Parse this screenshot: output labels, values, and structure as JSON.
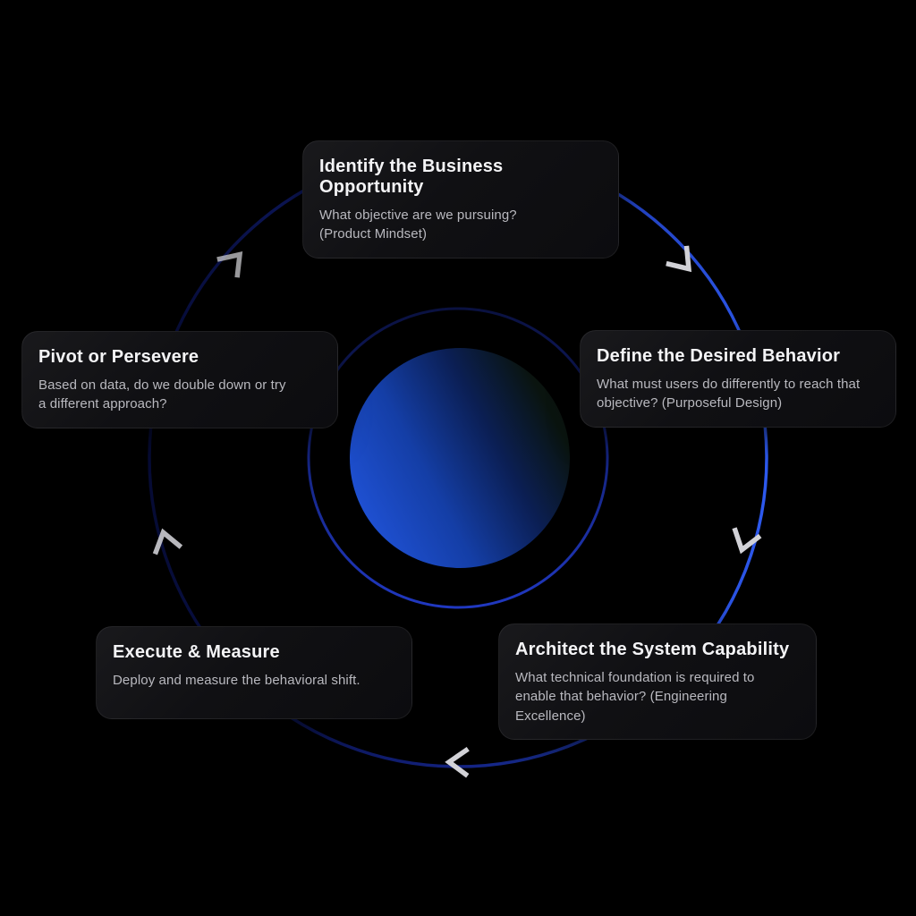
{
  "diagram": {
    "kind": "cycle-diagram",
    "direction": "clockwise",
    "arrow_count": 5
  },
  "steps": [
    {
      "key": "identify",
      "title": "Identify the Business Opportunity",
      "description": "What objective are we pursuing?\n(Product Mindset)"
    },
    {
      "key": "define",
      "title": "Define the Desired Behavior",
      "description": "What must users do differently to reach that\nobjective? (Purposeful Design)"
    },
    {
      "key": "architect",
      "title": "Architect the System Capability",
      "description": "What technical foundation is required to\nenable that behavior?  (Engineering\nExcellence)"
    },
    {
      "key": "execute",
      "title": "Execute & Measure",
      "description": "Deploy and measure the behavioral shift."
    },
    {
      "key": "pivot",
      "title": "Pivot or Persevere",
      "description": "Based on data, do we double down or try\na different approach?"
    }
  ],
  "colors": {
    "background": "#000000",
    "card_background": "#101013",
    "card_border": "rgba(255,255,255,0.07)",
    "title_text": "#f4f4f6",
    "body_text": "#b9b9bf",
    "outer_ring_bright": "#2d59ee",
    "outer_ring_dark": "#060b34",
    "inner_ring_bright": "#2038c0",
    "inner_ring_dark": "#0a1140",
    "arrow_gray": "#d2d2d7",
    "sphere_bright_blue": "#1f51d4",
    "sphere_dark": "#0c120d"
  }
}
